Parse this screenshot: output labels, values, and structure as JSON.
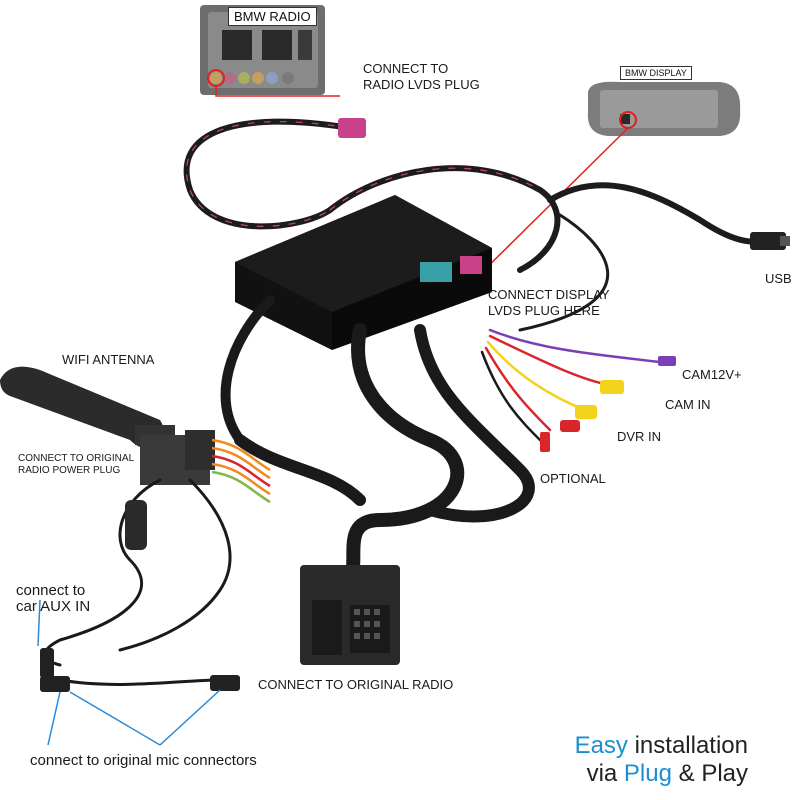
{
  "labels": {
    "bmw_radio": "BMW RADIO",
    "bmw_display": "BMW DISPLAY",
    "connect_radio_lvds_1": "CONNECT TO",
    "connect_radio_lvds_2": "RADIO LVDS PLUG",
    "usb": "USB",
    "connect_display_1": "CONNECT DISPLAY",
    "connect_display_2": "LVDS PLUG HERE",
    "wifi_antenna": "WIFI ANTENNA",
    "cam12v": "CAM12V+",
    "cam_in": "CAM IN",
    "dvr_in": "DVR IN",
    "optional": "OPTIONAL",
    "connect_power_1": "CONNECT TO ORIGINAL",
    "connect_power_2": "RADIO POWER PLUG",
    "aux_1": "connect to",
    "aux_2": "car AUX IN",
    "original_radio": "CONNECT TO ORIGINAL RADIO",
    "mic": "connect to original mic connectors"
  },
  "logo": {
    "line1_accent": "Easy",
    "line1_rest": " installation",
    "line2_prefix": "via ",
    "line2_accent": "Plug",
    "line2_amp": " & ",
    "line2_rest": "Play"
  },
  "colors": {
    "accent": "#1b8fd0",
    "pointer_red": "#e02020",
    "pointer_blue": "#2a8ad8",
    "harness": "#1a1a1a",
    "lvds_pink": "#c8428a",
    "rca_yellow": "#f2d21a",
    "rca_red": "#d8262a",
    "wire_orange": "#f08a1c",
    "wire_purple": "#7a3fb4"
  }
}
